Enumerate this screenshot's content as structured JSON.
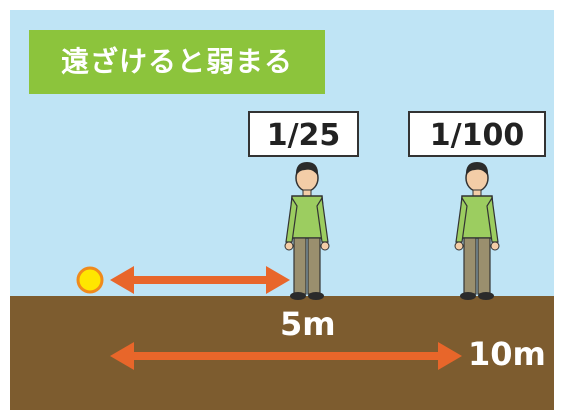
{
  "title": "遠ざけると弱まる",
  "figures": [
    {
      "ratio": "1/25",
      "distance": "5m"
    },
    {
      "ratio": "1/100",
      "distance": "10m"
    }
  ],
  "colors": {
    "sky": "#bfe4f5",
    "ground": "#7d5c2f",
    "title_badge": "#8cc43c",
    "arrow": "#e8662a",
    "light_source": "#ffe600",
    "light_source_ring": "#f08a1c",
    "shirt": "#9ccd60",
    "pants": "#9a8f6e"
  }
}
